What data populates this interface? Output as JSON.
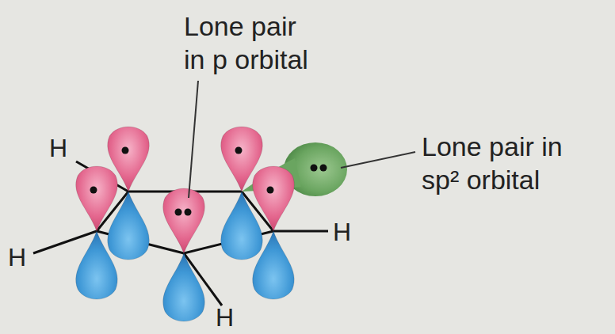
{
  "diagram": {
    "labels": [
      "Lone pair in p orbital",
      "H",
      "Lone pair in sp² orbital",
      "H",
      "H",
      "H"
    ]
  }
}
